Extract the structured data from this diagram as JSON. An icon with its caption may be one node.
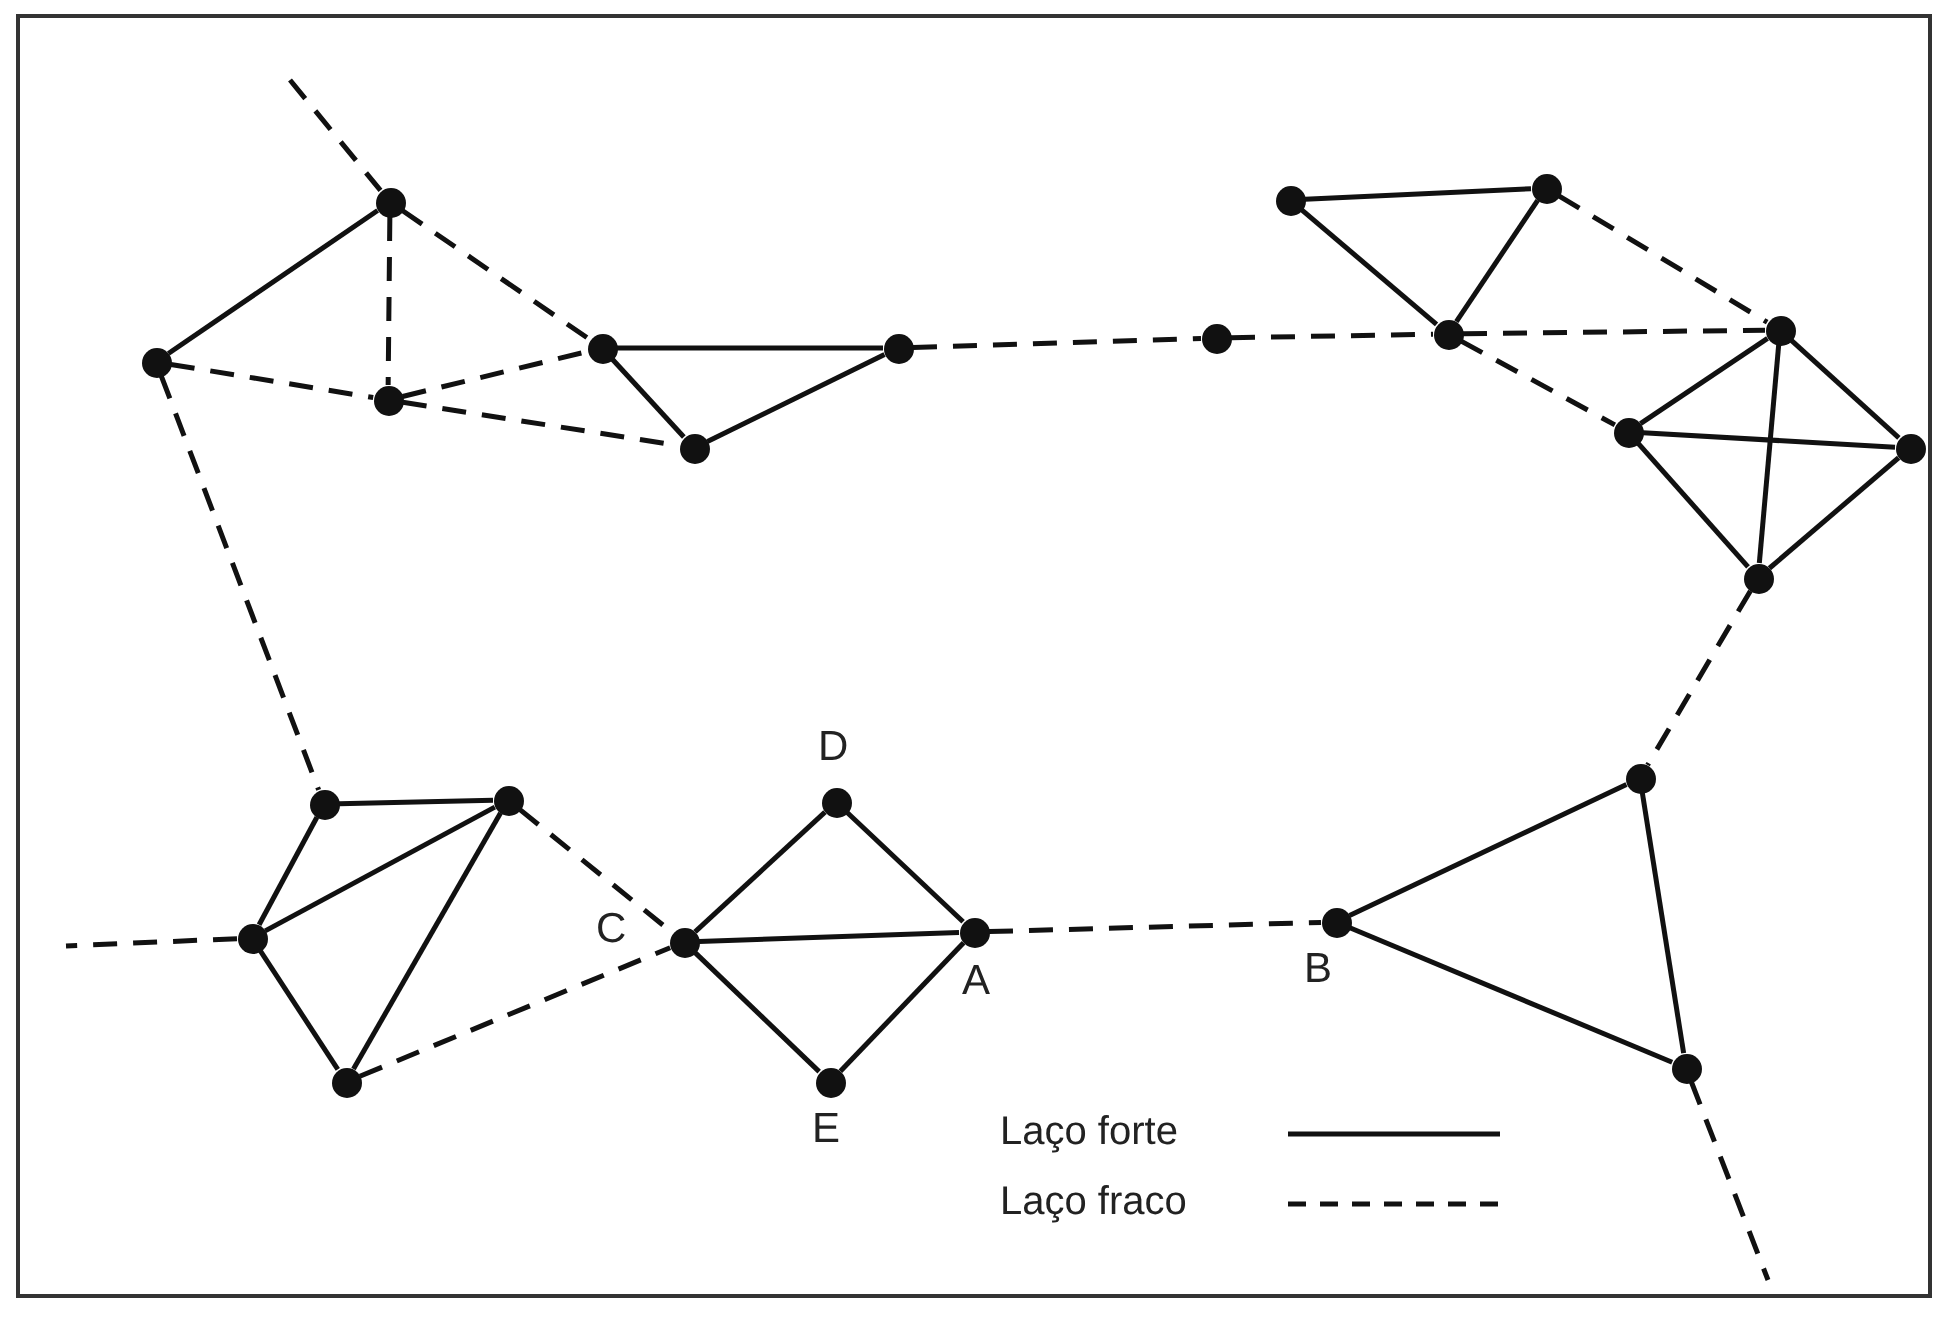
{
  "diagram": {
    "nodes": [
      {
        "text": [],
        "shape": "circle"
      },
      {
        "text": [],
        "shape": "circle"
      },
      {
        "text": [],
        "shape": "circle"
      },
      {
        "text": [],
        "shape": "circle"
      },
      {
        "text": [],
        "shape": "circle"
      },
      {
        "text": [],
        "shape": "circle"
      },
      {
        "text": [],
        "shape": "circle"
      },
      {
        "text": [],
        "shape": "circle"
      },
      {
        "text": [],
        "shape": "circle"
      },
      {
        "text": [],
        "shape": "circle"
      },
      {
        "text": [],
        "shape": "circle"
      },
      {
        "text": [],
        "shape": "circle"
      },
      {
        "text": [],
        "shape": "circle"
      },
      {
        "text": [],
        "shape": "circle"
      },
      {
        "text": [],
        "shape": "circle"
      },
      {
        "text": [],
        "shape": "circle"
      },
      {
        "text": [],
        "shape": "circle"
      },
      {
        "text": [],
        "shape": "circle"
      },
      {
        "text": [],
        "shape": "circle",
        "beside": [
          "D"
        ]
      },
      {
        "text": [],
        "shape": "circle",
        "beside": [
          "C"
        ]
      },
      {
        "text": [],
        "shape": "circle",
        "beside": [
          "A"
        ]
      },
      {
        "text": [],
        "shape": "circle",
        "beside": [
          "E"
        ]
      },
      {
        "text": [],
        "shape": "circle",
        "beside": [
          "B"
        ]
      },
      {
        "text": [],
        "shape": "circle"
      },
      {
        "text": [],
        "shape": "circle"
      }
    ],
    "edges": [
      {
        "from": null,
        "to": 0,
        "arrow": "none",
        "style": "dashed"
      },
      {
        "from": 0,
        "to": 1,
        "arrow": "none"
      },
      {
        "from": 0,
        "to": 2,
        "arrow": "none",
        "style": "dashed"
      },
      {
        "from": 0,
        "to": 3,
        "arrow": "none",
        "style": "dashed"
      },
      {
        "from": 1,
        "to": 2,
        "arrow": "none",
        "style": "dashed"
      },
      {
        "from": 1,
        "to": 14,
        "arrow": "none",
        "style": "dashed"
      },
      {
        "from": 2,
        "to": 3,
        "arrow": "none",
        "style": "dashed"
      },
      {
        "from": 2,
        "to": 4,
        "arrow": "none",
        "style": "dashed"
      },
      {
        "from": 3,
        "to": 5,
        "arrow": "none"
      },
      {
        "from": 3,
        "to": 4,
        "arrow": "none"
      },
      {
        "from": 4,
        "to": 5,
        "arrow": "none"
      },
      {
        "from": 5,
        "to": 6,
        "arrow": "none",
        "style": "dashed"
      },
      {
        "from": 6,
        "to": 9,
        "arrow": "none",
        "style": "dashed"
      },
      {
        "from": 7,
        "to": 8,
        "arrow": "none"
      },
      {
        "from": 7,
        "to": 9,
        "arrow": "none"
      },
      {
        "from": 8,
        "to": 9,
        "arrow": "none"
      },
      {
        "from": 8,
        "to": 10,
        "arrow": "none",
        "style": "dashed"
      },
      {
        "from": 9,
        "to": 10,
        "arrow": "none",
        "style": "dashed"
      },
      {
        "from": 9,
        "to": 11,
        "arrow": "none",
        "style": "dashed"
      },
      {
        "from": 10,
        "to": 11,
        "arrow": "none"
      },
      {
        "from": 10,
        "to": 12,
        "arrow": "none"
      },
      {
        "from": 10,
        "to": 13,
        "arrow": "none"
      },
      {
        "from": 11,
        "to": 12,
        "arrow": "none"
      },
      {
        "from": 11,
        "to": 13,
        "arrow": "none"
      },
      {
        "from": 12,
        "to": 13,
        "arrow": "none"
      },
      {
        "from": 13,
        "to": 23,
        "arrow": "none",
        "style": "dashed"
      },
      {
        "from": 14,
        "to": 15,
        "arrow": "none"
      },
      {
        "from": 14,
        "to": 16,
        "arrow": "none"
      },
      {
        "from": 15,
        "to": 16,
        "arrow": "none"
      },
      {
        "from": 15,
        "to": 17,
        "arrow": "none"
      },
      {
        "from": 16,
        "to": 17,
        "arrow": "none"
      },
      {
        "from": 16,
        "to": null,
        "arrow": "none",
        "style": "dashed"
      },
      {
        "from": 15,
        "to": 19,
        "arrow": "none",
        "style": "dashed"
      },
      {
        "from": 17,
        "to": 19,
        "arrow": "none",
        "style": "dashed"
      },
      {
        "from": 19,
        "to": 18,
        "arrow": "none"
      },
      {
        "from": 18,
        "to": 20,
        "arrow": "none"
      },
      {
        "from": 19,
        "to": 20,
        "arrow": "none"
      },
      {
        "from": 19,
        "to": 21,
        "arrow": "none"
      },
      {
        "from": 21,
        "to": 20,
        "arrow": "none"
      },
      {
        "from": 20,
        "to": 22,
        "arrow": "none",
        "style": "dashed"
      },
      {
        "from": 22,
        "to": 23,
        "arrow": "none"
      },
      {
        "from": 22,
        "to": 24,
        "arrow": "none"
      },
      {
        "from": 23,
        "to": 24,
        "arrow": "none"
      },
      {
        "from": 24,
        "to": null,
        "arrow": "none",
        "style": "dashed"
      }
    ],
    "legend": [
      {
        "text": "Laço forte"
      },
      {
        "text": "Laço fraco"
      }
    ]
  }
}
